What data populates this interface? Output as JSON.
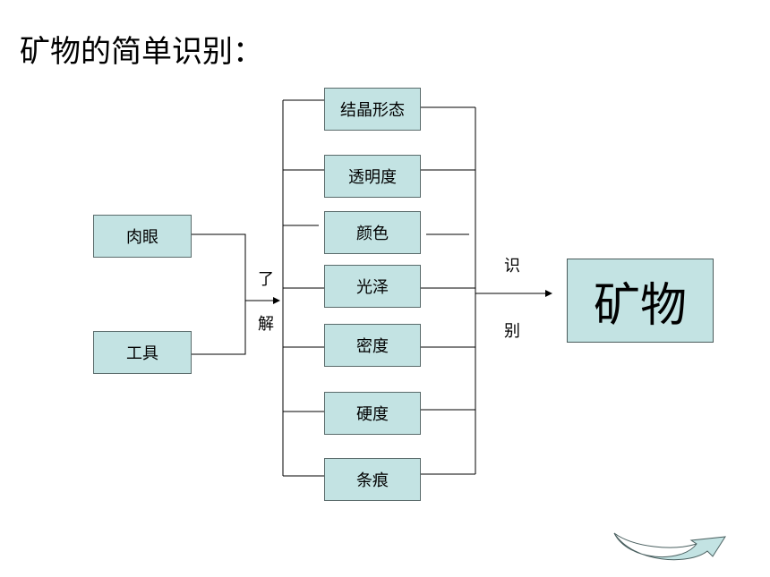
{
  "title": "矿物的简单识别：",
  "inputs": [
    "肉眼",
    "工具"
  ],
  "understand_label": [
    "了",
    "解"
  ],
  "properties": [
    "结晶形态",
    "透明度",
    "颜色",
    "光泽",
    "密度",
    "硬度",
    "条痕"
  ],
  "identify_label": [
    "识",
    "别"
  ],
  "result": "矿物",
  "colors": {
    "box_fill": "#c3e3e3",
    "box_border": "#5a6b6b",
    "line": "#000000",
    "nav_arrow": "#c3e3e3"
  }
}
